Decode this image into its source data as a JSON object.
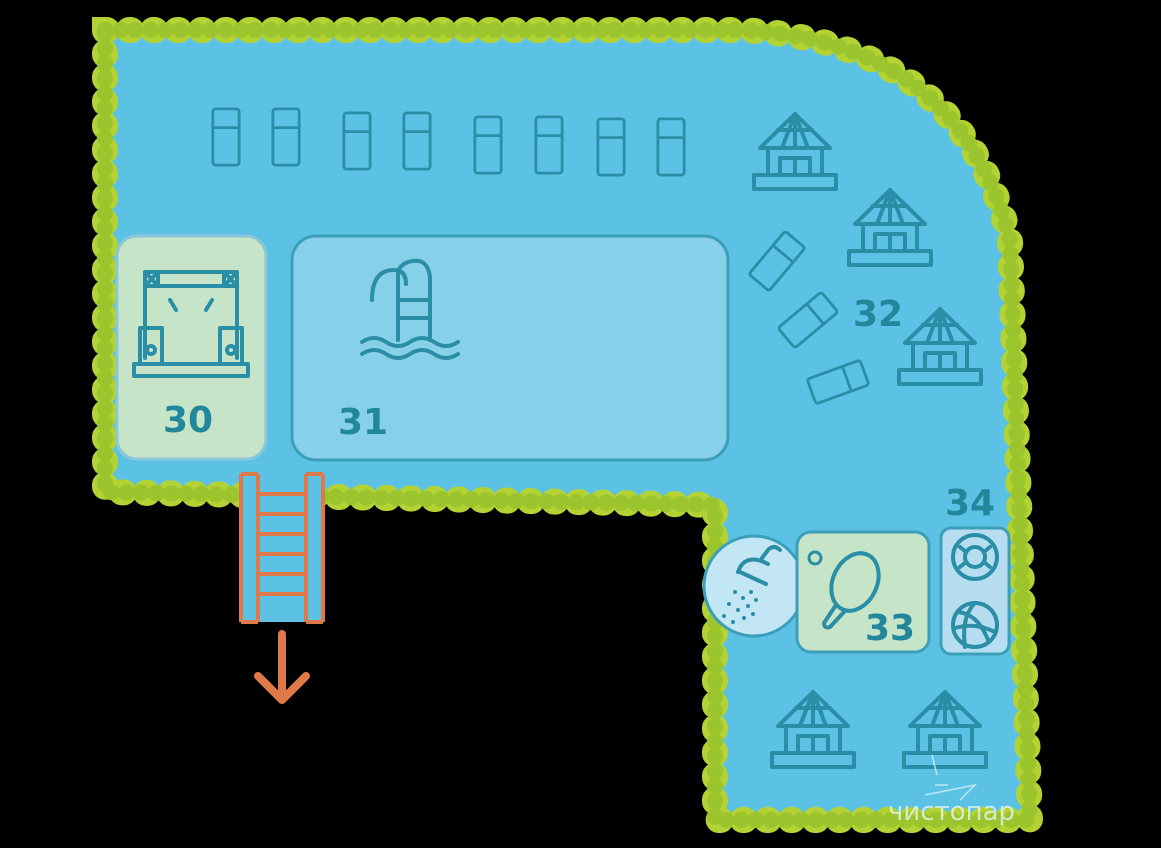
{
  "map": {
    "zones": [
      {
        "id": "30",
        "label": "30",
        "icon": "stage-icon"
      },
      {
        "id": "31",
        "label": "31",
        "icon": "swimming-pool-icon"
      },
      {
        "id": "32",
        "label": "32",
        "icon": "beach-hut-icon"
      },
      {
        "id": "33",
        "label": "33",
        "icon": "table-tennis-icon"
      },
      {
        "id": "34",
        "label": "34",
        "icon": "lifebuoy-ball-icon"
      }
    ],
    "extra_icons": [
      "shower-icon",
      "ladder-icon",
      "exit-arrow-icon"
    ],
    "watermark": "чистопар",
    "colors": {
      "water": "#5bc2e6",
      "bushes": "#b3d334",
      "lines": "#2a8ea6",
      "zone_green": "#c6e5c8",
      "pool": "#86d0ea",
      "ladder": "#e0794a"
    }
  }
}
